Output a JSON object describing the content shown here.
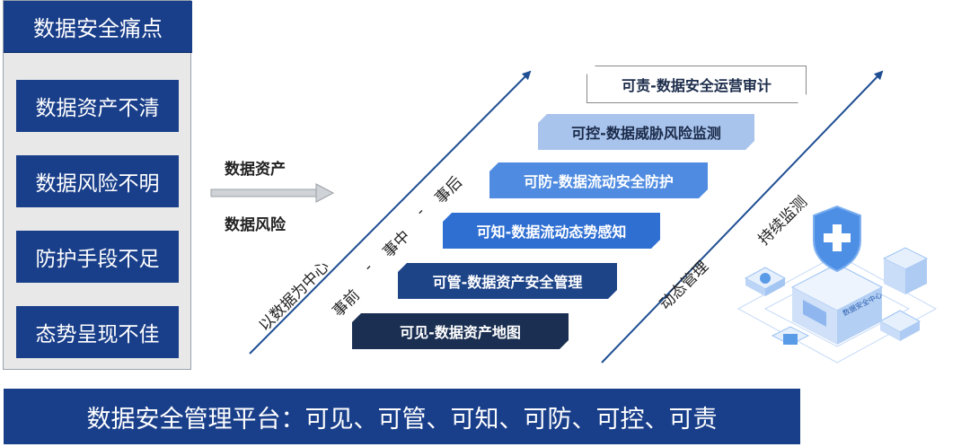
{
  "left_panel": {
    "title": "数据安全痛点",
    "items": [
      "数据资产不清",
      "数据风险不明",
      "防护手段不足",
      "态势呈现不佳"
    ]
  },
  "flow": {
    "label_top": "数据资产",
    "label_bottom": "数据风险"
  },
  "axis_left": {
    "label": "以数据为中心",
    "phases": [
      "事前",
      "-",
      "事中",
      "-",
      "事后"
    ]
  },
  "steps": [
    {
      "label": "可见-数据资产地图",
      "fill": "#1b2f52",
      "text": "#ffffff"
    },
    {
      "label": "可管-数据资产安全管理",
      "fill": "#1e4488",
      "text": "#ffffff"
    },
    {
      "label": "可知-数据流动态势感知",
      "fill": "#2f6fd2",
      "text": "#ffffff"
    },
    {
      "label": "可防-数据流动安全防护",
      "fill": "#4f8be0",
      "text": "#ffffff"
    },
    {
      "label": "可控-数据威胁风险监测",
      "fill": "#a9c4ec",
      "text": "#1b2b4a"
    },
    {
      "label": "可责-数据安全运营审计",
      "fill": "#ffffff",
      "text": "#1b2b4a"
    }
  ],
  "axis_right": {
    "label_dynamic": "动态管理",
    "label_continuous": "持续监测"
  },
  "illustration": {
    "center_label": "数据安全中心",
    "icon": "shield-plus-icon"
  },
  "bottom_bar": {
    "text": "数据安全管理平台：可见、可管、可知、可防、可控、可责"
  },
  "colors": {
    "primary": "#1a3f8a",
    "arrow": "#1f4e93"
  }
}
